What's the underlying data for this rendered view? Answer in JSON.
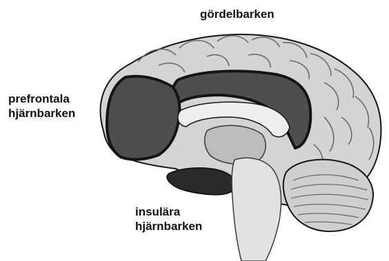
{
  "labels": {
    "cingulate": "gördelbarken",
    "prefrontal": [
      "prefrontala",
      "hjärnbarken"
    ],
    "insular": [
      "insulära",
      "hjärnbarken"
    ]
  },
  "colors": {
    "background": "#ffffff",
    "cortex_fill": "#d4d4d4",
    "fold_line": "#6a6a6a",
    "outline": "#141414",
    "highlight_region": "#4e4e4e",
    "dark_region": "#2a2a2a",
    "text": "#111111"
  }
}
